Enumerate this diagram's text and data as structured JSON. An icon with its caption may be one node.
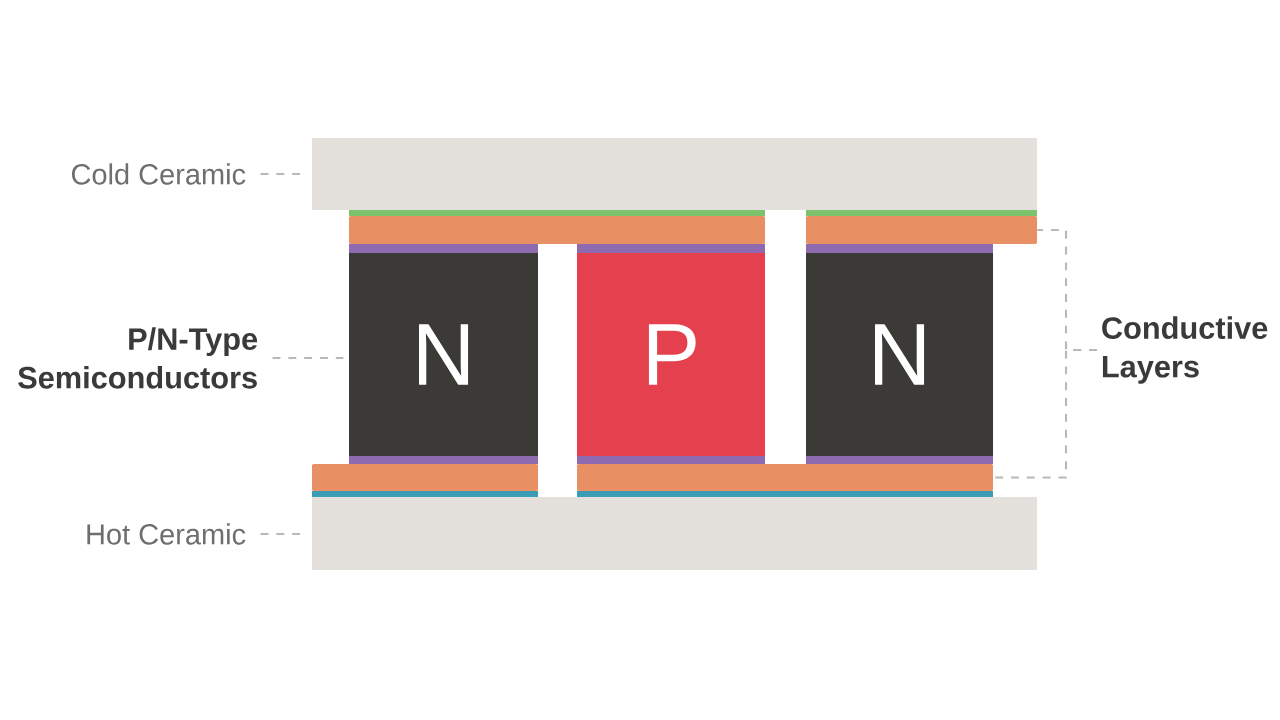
{
  "diagram": {
    "nodes": [
      {
        "text": [
          "Cold Ceramic"
        ]
      },
      {
        "text": [],
        "shape": "box"
      },
      {
        "text": [],
        "shape": "bar"
      },
      {
        "text": [],
        "shape": "bar"
      },
      {
        "text": [
          "P/N-Type Semiconductors"
        ]
      },
      {
        "text": [
          "N"
        ]
      },
      {
        "text": [
          "P"
        ]
      },
      {
        "text": [
          "N"
        ]
      },
      {
        "text": [],
        "shape": "bar"
      },
      {
        "text": [],
        "shape": "bar"
      },
      {
        "text": [
          "Hot Ceramic"
        ]
      },
      {
        "text": [],
        "shape": "box"
      },
      {
        "text": [
          "Conductive Layers"
        ]
      }
    ],
    "edges": [
      {
        "from": 0,
        "to": 1,
        "arrow": "none",
        "style": "dashed"
      },
      {
        "from": 4,
        "to": 5,
        "arrow": "none",
        "style": "dashed"
      },
      {
        "from": 10,
        "to": 11,
        "arrow": "none",
        "style": "dashed"
      },
      {
        "from": 12,
        "to": 3,
        "arrow": "none",
        "style": "dashed"
      },
      {
        "from": 12,
        "to": 9,
        "arrow": "none",
        "style": "dashed"
      }
    ]
  }
}
